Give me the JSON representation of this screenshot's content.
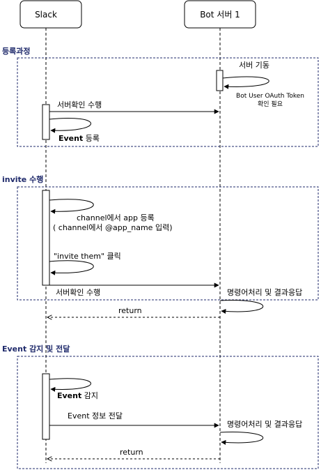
{
  "participants": {
    "slack": "Slack",
    "bot": "Bot 서버 1"
  },
  "sections": {
    "register": {
      "title": "등록과정",
      "self_bot": "서버 기동",
      "note_line1": "Bot User OAuth Token",
      "note_line2": "확인 필요",
      "msg_check": "서버확인 수행",
      "self_slack": "Event",
      "self_slack_suffix": " 등록"
    },
    "invite": {
      "title": "invite 수행",
      "self_line1": "channel에서 app 등록",
      "self_line2": "( channel에서 @app_name 입력)",
      "self_click": "\"invite them\" 클릭",
      "msg_check": "서버확인 수행",
      "bot_self": "명령어처리 및 결과응답",
      "return": "return"
    },
    "event": {
      "title": "Event 감지 및 전달",
      "self_slack": "Event",
      "self_slack_suffix": " 감지",
      "msg_send": "Event 정보 전달",
      "bot_self": "명령어처리 및 결과응답",
      "return": "return"
    }
  }
}
